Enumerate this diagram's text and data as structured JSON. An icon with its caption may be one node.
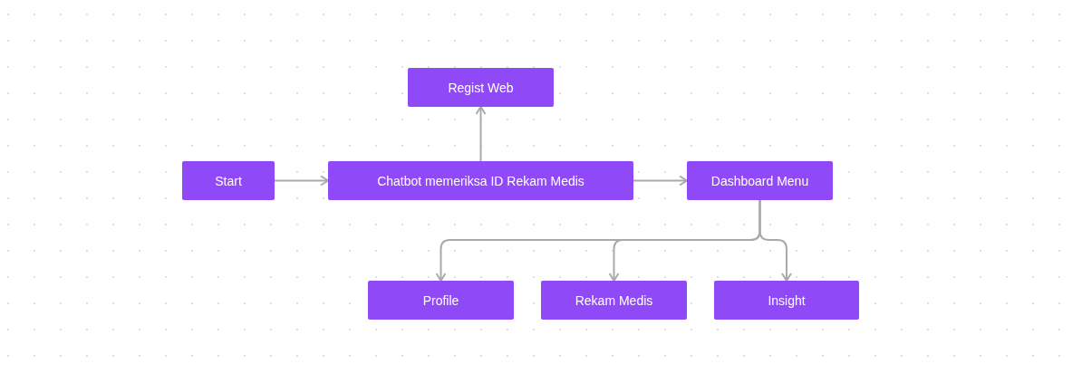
{
  "diagram": {
    "nodes": [
      {
        "text": [
          "Start"
        ]
      },
      {
        "text": [
          "Chatbot memeriksa ID Rekam Medis"
        ]
      },
      {
        "text": [
          "Regist Web"
        ]
      },
      {
        "text": [
          "Dashboard Menu"
        ]
      },
      {
        "text": [
          "Profile"
        ]
      },
      {
        "text": [
          "Rekam Medis"
        ]
      },
      {
        "text": [
          "Insight"
        ]
      }
    ],
    "edges": [
      {
        "from": 0,
        "to": 1,
        "arrow": "to"
      },
      {
        "from": 1,
        "to": 2,
        "arrow": "to"
      },
      {
        "from": 1,
        "to": 3,
        "arrow": "to"
      },
      {
        "from": 3,
        "to": 4,
        "arrow": "to"
      },
      {
        "from": 3,
        "to": 5,
        "arrow": "to"
      },
      {
        "from": 3,
        "to": 6,
        "arrow": "to"
      }
    ]
  }
}
